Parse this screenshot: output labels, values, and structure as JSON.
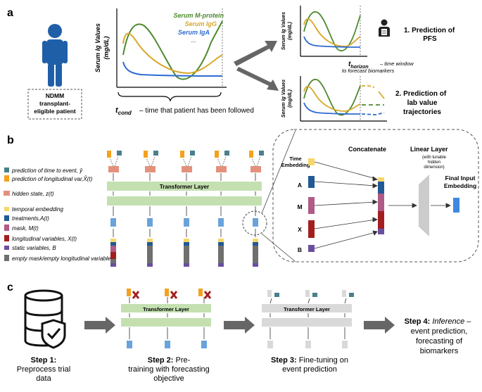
{
  "panels": {
    "a": "a",
    "b": "b",
    "c": "c"
  },
  "section_a": {
    "patient_label": [
      "NDMM",
      "transplant-",
      "eligible patient"
    ],
    "y_axis_line1": "Serum Ig Values",
    "y_axis_line2": "(mg/dL)",
    "legend": [
      {
        "label": "Serum M-protein",
        "color": "#4e8a2e"
      },
      {
        "label": "Serum IgG",
        "color": "#d9a82a"
      },
      {
        "label": "Serum IgA",
        "color": "#2f6bd1"
      }
    ],
    "legend_ellipsis": "...",
    "tcond_main": "t",
    "tcond_sub": "cond",
    "tcond_desc": "– time that patient has been followed",
    "thorizon_main": "t",
    "thorizon_sub": "horizon",
    "thorizon_desc_1": "– time window",
    "thorizon_desc_2": "to forecast biomarkers",
    "pred1_line1": "1. Prediction of",
    "pred1_line2": "PFS",
    "pred2_line1": "2. Prediction of",
    "pred2_line2": "lab value",
    "pred2_line3": "trajectories"
  },
  "section_b": {
    "legend": [
      {
        "label": "prediction of time to event,",
        "math": "ŷ",
        "color": "#4a7f8c"
      },
      {
        "label": "prediction of longitudinal var,",
        "math": "X̂(t)",
        "color": "#f4a21e"
      },
      {
        "label": "hidden state,",
        "math": "z(t)",
        "color": "#e3917d"
      },
      {
        "label": "temporal embedding",
        "math": "",
        "color": "#f6d76b"
      },
      {
        "label": "treatments,",
        "math": "A(t)",
        "color": "#1f5a94"
      },
      {
        "label": "mask,",
        "math": "M(t)",
        "color": "#b05a86"
      },
      {
        "label": "longitudinal variables,",
        "math": "X(t)",
        "color": "#a31f1f"
      },
      {
        "label": "static variables,",
        "math": "B",
        "color": "#6a4ea0"
      },
      {
        "label": "empty mask/empty longitudinal variables",
        "math": "",
        "color": "#6f6f6f"
      }
    ],
    "transformer_label": "Transformer Layer",
    "concat_label": "Concatenate",
    "linear_title": "Linear Layer",
    "linear_sub_1": "(with tunable",
    "linear_sub_2": "hidden",
    "linear_sub_3": "dimension)",
    "final_1": "Final Input",
    "final_2": "Embedding",
    "inputs": [
      {
        "label": "Time",
        "label2": "Embedding",
        "color": "#f6d76b"
      },
      {
        "label": "A",
        "label2": "",
        "color": "#1f5a94"
      },
      {
        "label": "M",
        "label2": "",
        "color": "#b05a86"
      },
      {
        "label": "X",
        "label2": "",
        "color": "#a31f1f"
      },
      {
        "label": "B",
        "label2": "",
        "color": "#6a4ea0"
      }
    ]
  },
  "section_c": {
    "step1_title": "Step 1:",
    "step1_line1": "Preprocess trial",
    "step1_line2": "data",
    "step2_title": "Step 2:",
    "step2_rest": "Pre-",
    "step2_line1": "training",
    "step2_line2": "with forecasting",
    "step2_line3": "objective",
    "step3_title": "Step 3:",
    "step3_rest": "Fine-tuning on",
    "step3_line2": "event prediction",
    "step4_title": "Step 4:",
    "step4_italic": "Inference",
    "step4_dash": "–",
    "step4_line2": "event prediction,",
    "step4_line3": "forecasting of",
    "step4_line4": "biomarkers",
    "transformer_label": "Transformer Layer"
  }
}
